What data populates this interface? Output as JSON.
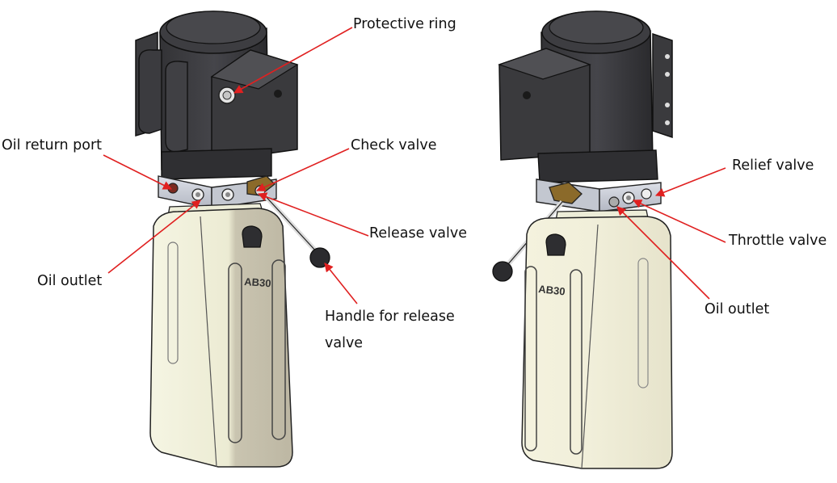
{
  "colors": {
    "arrow": "#e02020",
    "motor_dark": "#2e2e30",
    "motor_mid": "#3b3b3e",
    "motor_light": "#525255",
    "manifold": "#c9cdd6",
    "tank": "#eeeed8",
    "tank_shadow": "#c7c3b0",
    "outline": "#1a1a1a"
  },
  "tank_text": "AB30",
  "left_unit": {
    "labels": {
      "protective_ring": "Protective ring",
      "oil_return_port": "Oil return port",
      "check_valve": "Check valve",
      "release_valve": "Release valve",
      "oil_outlet": "Oil outlet",
      "handle": "Handle for release valve"
    }
  },
  "right_unit": {
    "labels": {
      "relief_valve": "Relief valve",
      "throttle_valve": "Throttle valve",
      "oil_outlet": "Oil outlet"
    }
  }
}
